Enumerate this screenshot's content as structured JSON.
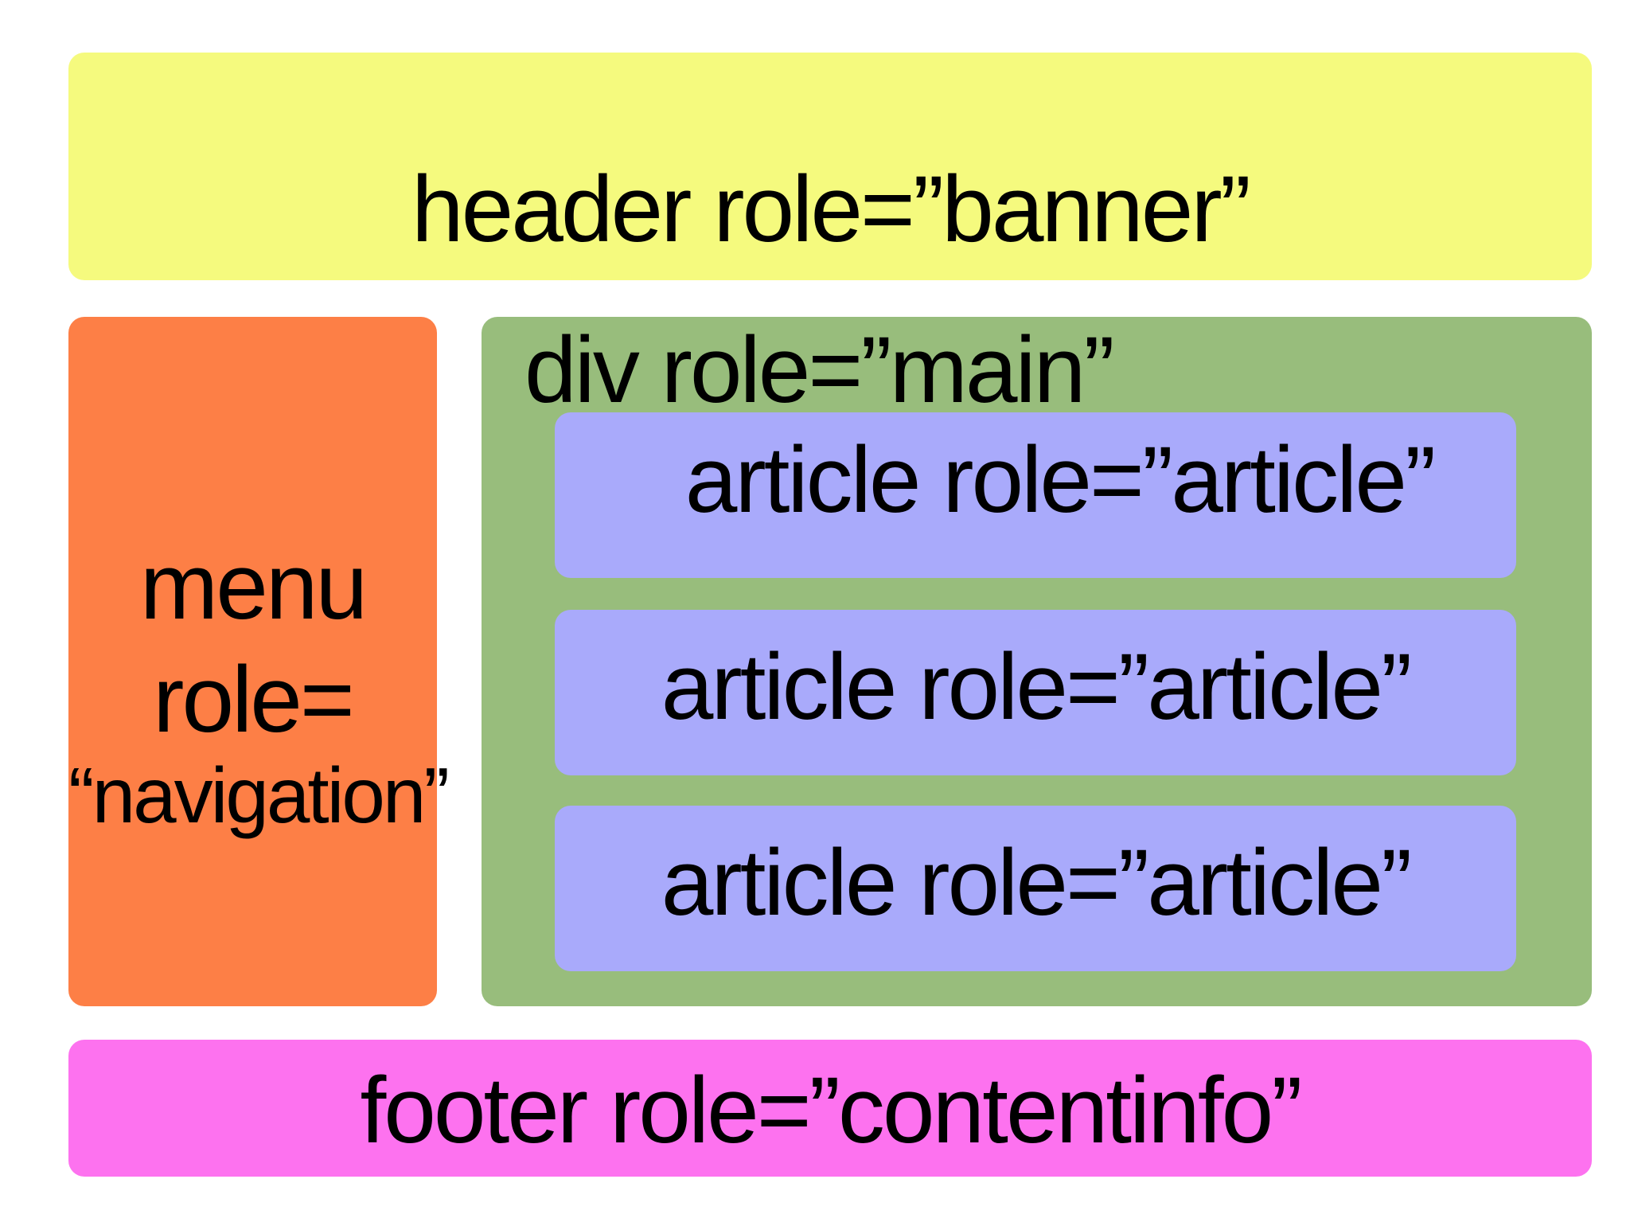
{
  "colors": {
    "background": "#ffffff",
    "header": "#f5fa7e",
    "navigation": "#fd7f46",
    "main": "#98bd7c",
    "article": "#a9aafb",
    "footer": "#fd72ef",
    "text": "#000000"
  },
  "header": {
    "label": "header role=”banner”"
  },
  "navigation": {
    "line1": "menu",
    "line2": "role=",
    "line3": "“navigation”"
  },
  "main": {
    "label": "div role=”main”",
    "articles": [
      {
        "label": "article role=”article”"
      },
      {
        "label": "article role=”article”"
      },
      {
        "label": "article role=”article”"
      }
    ]
  },
  "footer": {
    "label": "footer role=”contentinfo”"
  }
}
